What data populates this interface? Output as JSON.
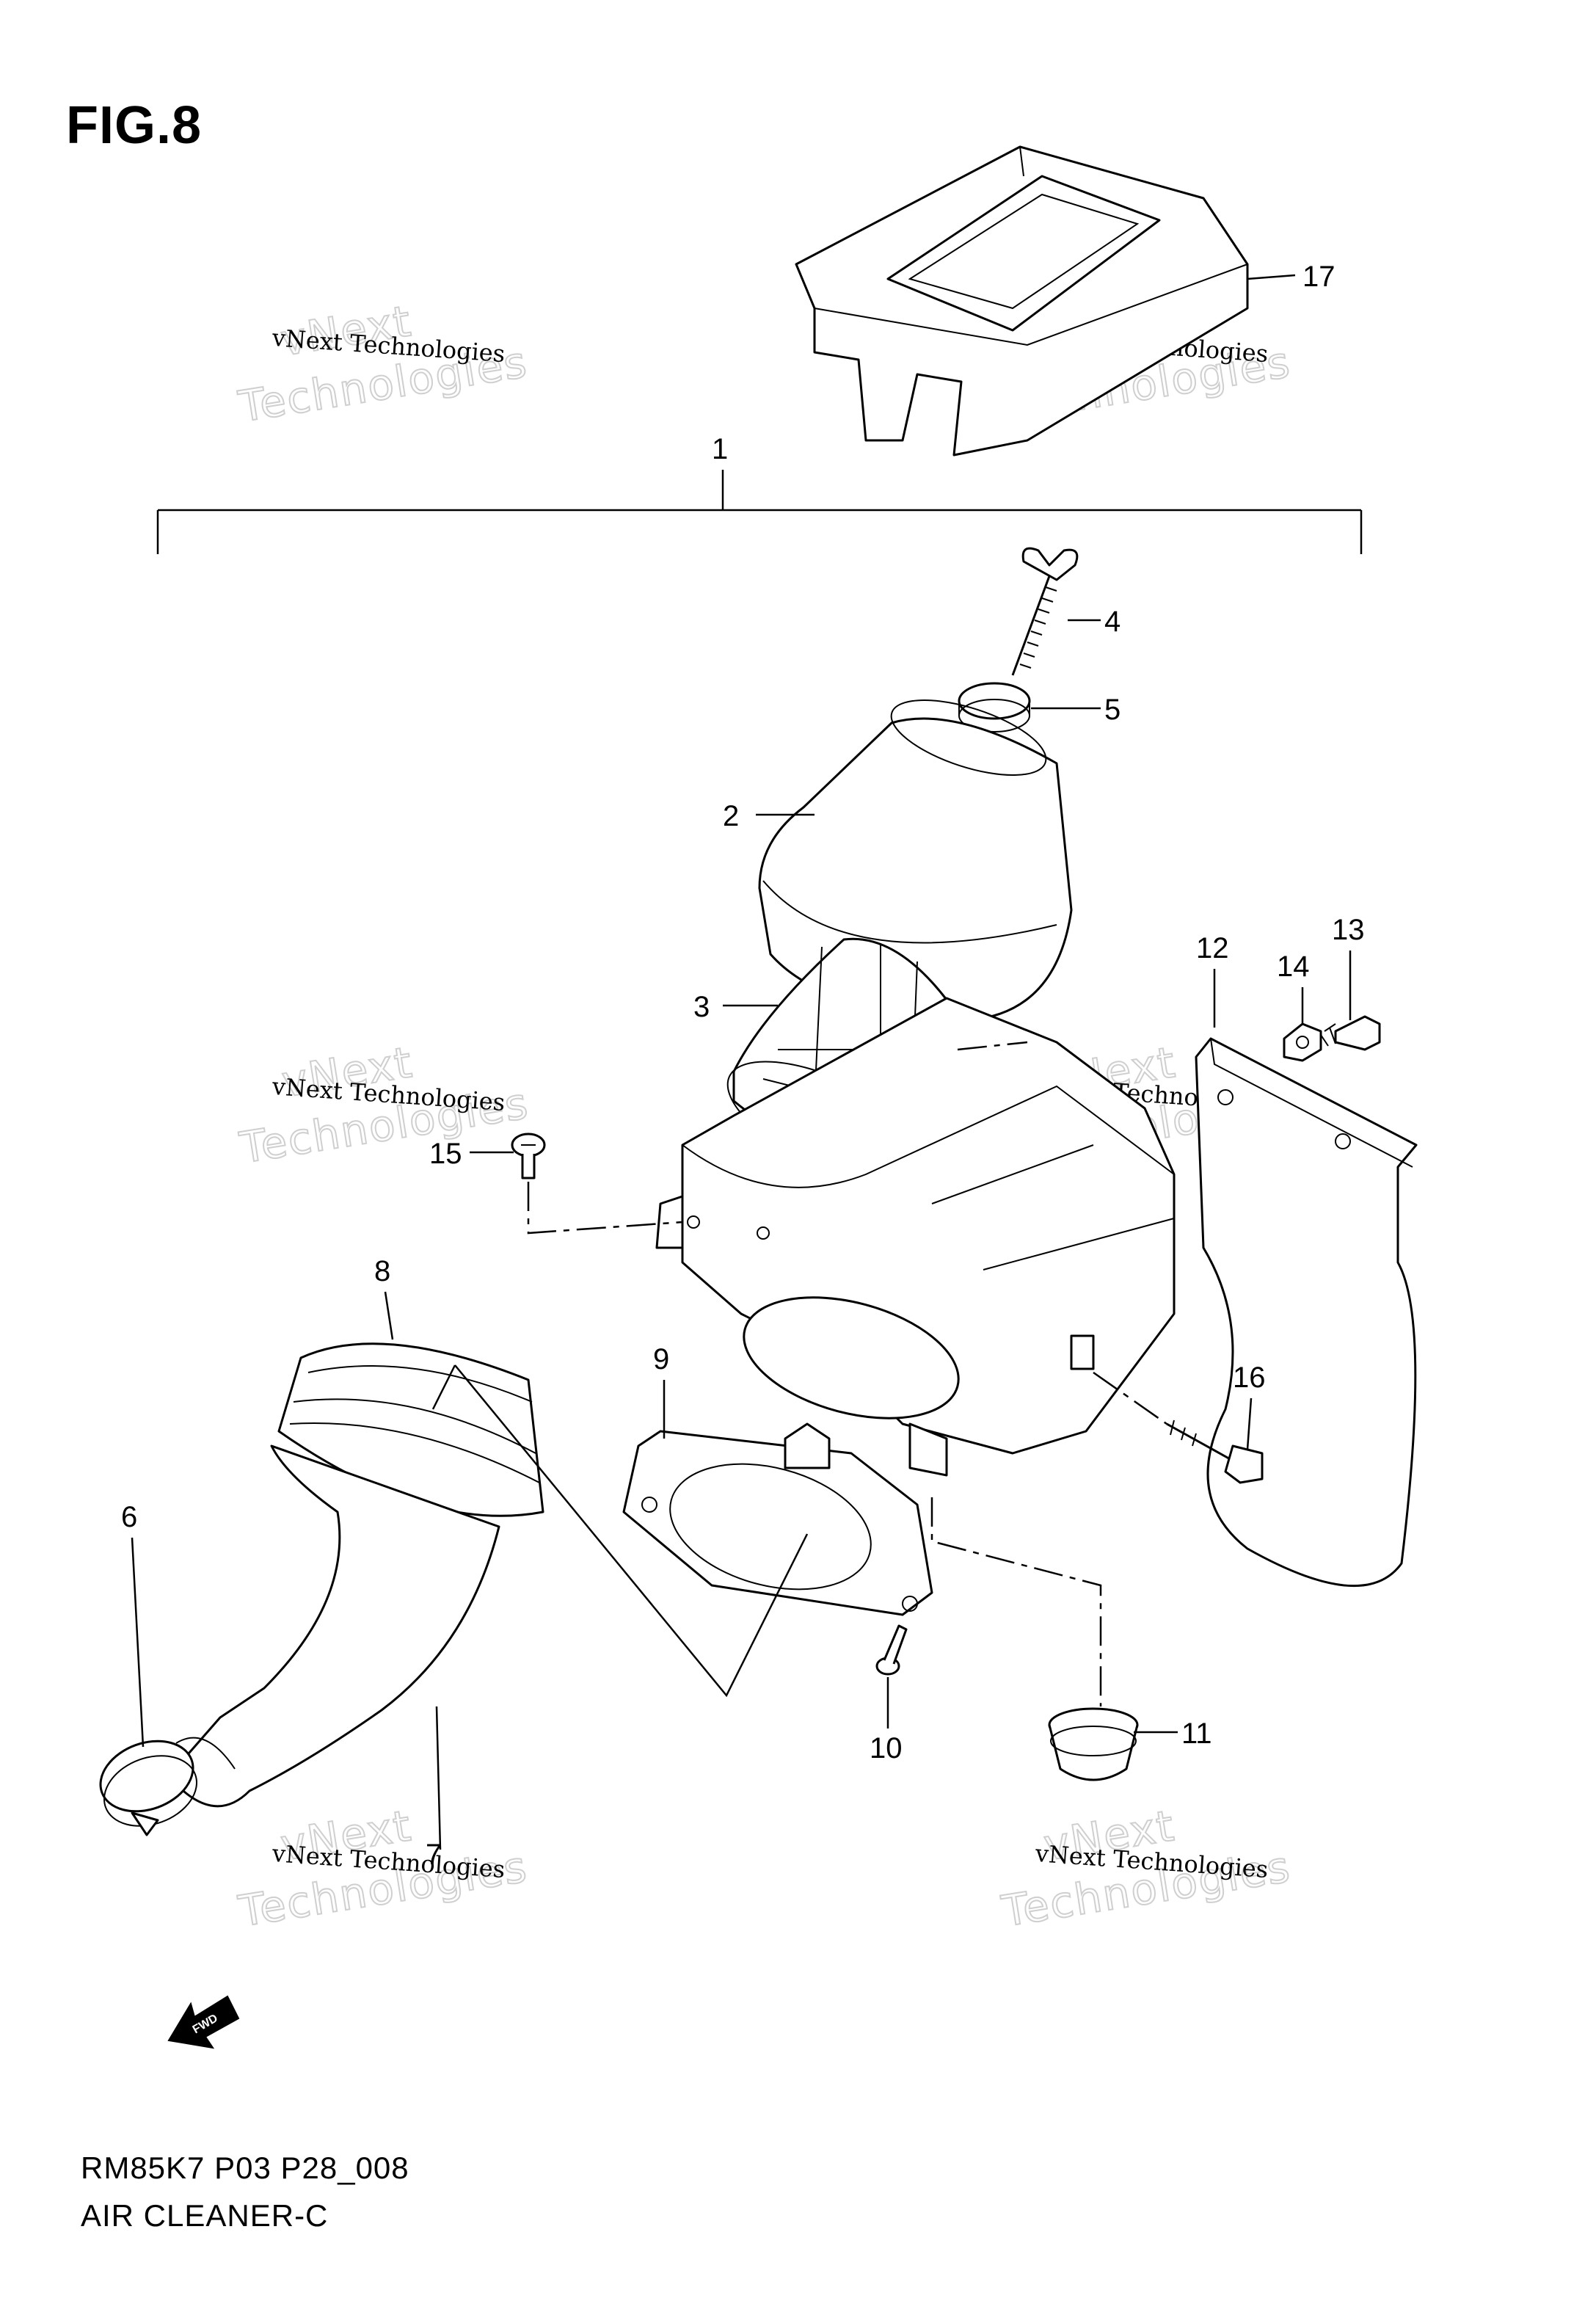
{
  "figure": {
    "title": "FIG.8"
  },
  "footer": {
    "code": "RM85K7 P03 P28_008",
    "name": "AIR CLEANER-C"
  },
  "watermark": {
    "small_text": "vNext Technologies",
    "big_text": "vNext Technologies",
    "line1": "vNext",
    "line2": "Technologies"
  },
  "callouts": {
    "c1": "1",
    "c2": "2",
    "c3": "3",
    "c4": "4",
    "c5": "5",
    "c6": "6",
    "c7": "7",
    "c8": "8",
    "c9": "9",
    "c10": "10",
    "c11": "11",
    "c12": "12",
    "c13": "13",
    "c14": "14",
    "c15": "15",
    "c16": "16",
    "c17": "17"
  },
  "fwd_arrow": {
    "label": "FWD"
  }
}
